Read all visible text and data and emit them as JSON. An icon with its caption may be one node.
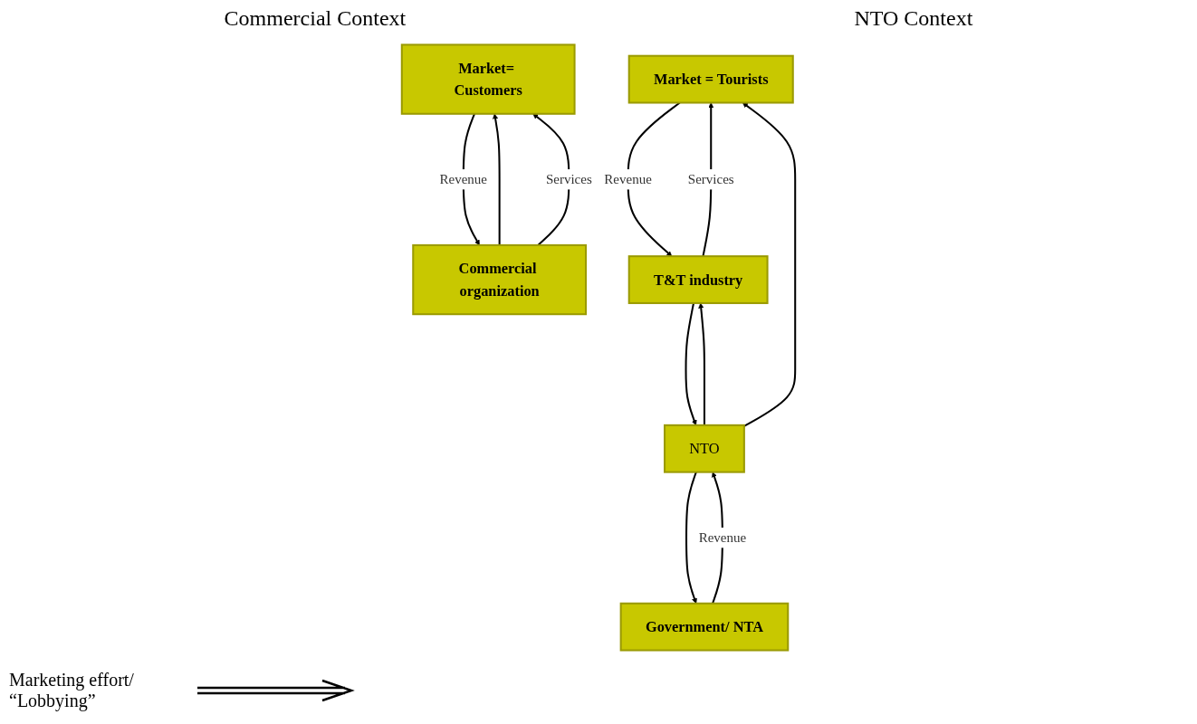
{
  "diagram": {
    "nodes": [
      {
        "text": [
          "Market= Customers"
        ]
      },
      {
        "text": [
          "Commercial organization"
        ]
      },
      {
        "text": [
          "Market = Tourists"
        ]
      },
      {
        "text": [
          "NTO"
        ]
      },
      {
        "text": [
          "Government/ NTA"
        ]
      },
      {
        "text": [
          "T&T industry"
        ]
      }
    ],
    "edges": [
      {
        "from": 0,
        "to": 1,
        "arrow": "to",
        "label": "Revenue"
      },
      {
        "from": 1,
        "to": 0,
        "arrow": "to"
      },
      {
        "from": 1,
        "to": 0,
        "arrow": "to",
        "label": "Services"
      },
      {
        "from": 3,
        "to": 2,
        "arrow": "to"
      },
      {
        "from": 2,
        "to": 5,
        "arrow": "to",
        "label": "Revenue"
      },
      {
        "from": 5,
        "to": 2,
        "arrow": "to",
        "label": "Services"
      },
      {
        "from": 3,
        "to": 4,
        "arrow": "to"
      },
      {
        "from": 4,
        "to": 3,
        "arrow": "to",
        "label": "Revenue"
      },
      {
        "from": 5,
        "to": 3,
        "arrow": "to"
      },
      {
        "from": 3,
        "to": 5,
        "arrow": "to"
      }
    ],
    "labels": [
      "Commercial Context",
      "NTO Context"
    ],
    "legend": [
      {
        "text": "Marketing effort/ “Lobbying”"
      }
    ]
  }
}
